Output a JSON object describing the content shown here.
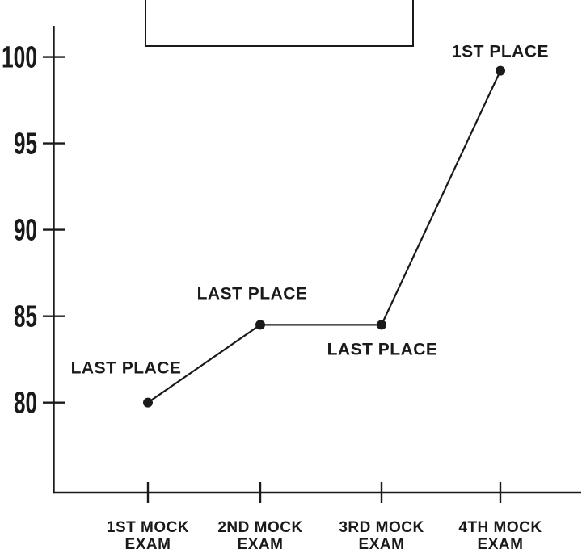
{
  "colors": {
    "ink": "#1a1a1a",
    "background": "#ffffff"
  },
  "legend_box": {
    "text": ""
  },
  "chart_data": {
    "type": "line",
    "title": "",
    "xlabel": "",
    "ylabel": "",
    "grid": false,
    "categories": [
      [
        "1ST MOCK",
        "EXAM"
      ],
      [
        "2ND MOCK",
        "EXAM"
      ],
      [
        "3RD MOCK",
        "EXAM"
      ],
      [
        "4TH MOCK",
        "EXAM"
      ]
    ],
    "values": [
      80,
      84.5,
      84.5,
      99.2
    ],
    "point_labels": [
      {
        "text": "LAST PLACE",
        "dx": -27,
        "dy": -36
      },
      {
        "text": "LAST PLACE",
        "dx": -10,
        "dy": -32
      },
      {
        "text": "LAST PLACE",
        "dx": 1,
        "dy": 37
      },
      {
        "text": "1ST PLACE",
        "dx": 0,
        "dy": -17
      }
    ],
    "yticks": [
      80,
      85,
      90,
      95,
      100
    ],
    "ytick_labels": [
      "80",
      "85",
      "90",
      "95",
      "100"
    ],
    "ylim": [
      74.8,
      101.8
    ],
    "legend_position": "top-center (empty box, cropped by top edge)"
  }
}
